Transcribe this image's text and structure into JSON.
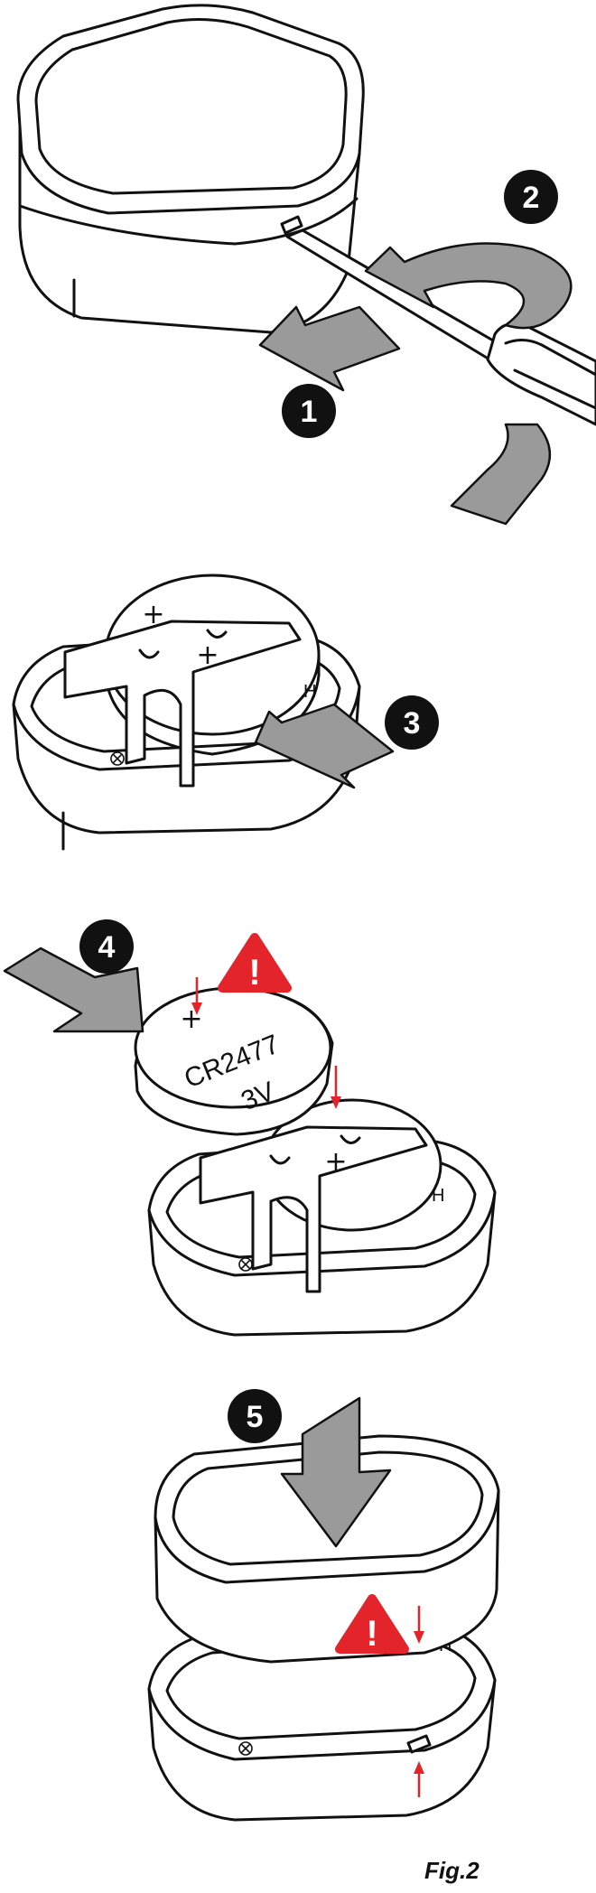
{
  "steps": [
    {
      "number": "1"
    },
    {
      "number": "2"
    },
    {
      "number": "3"
    },
    {
      "number": "4"
    },
    {
      "number": "5"
    }
  ],
  "battery": {
    "model": "CR2477",
    "voltage": "3V",
    "polarity": "+"
  },
  "holder": {
    "polarity": "+",
    "marking": "H"
  },
  "warning": {
    "symbol": "!"
  },
  "figure_label": "Fig.2",
  "colors": {
    "arrow_fill": "#9a9a9a",
    "warning_red": "#e3242b",
    "outline": "#111111",
    "step_badge": "#111111"
  }
}
